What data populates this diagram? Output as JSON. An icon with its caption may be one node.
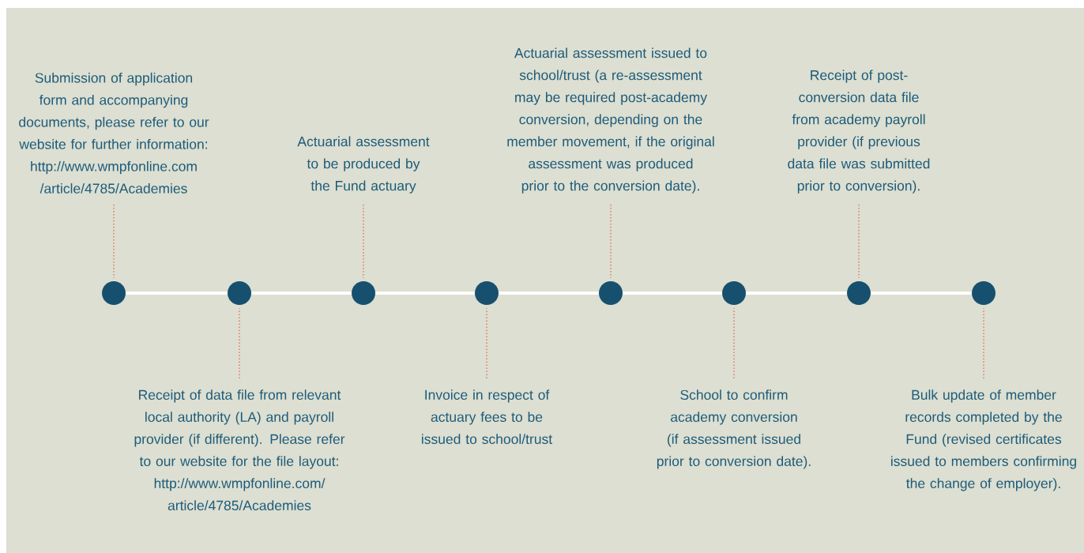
{
  "diagram": {
    "nodes": [
      {
        "text": [
          "Submission of application form and accompanying documents, please refer to our website for further information:",
          "http://www.wmpfonline.com /article/4785/Academies"
        ]
      },
      {
        "text": [
          "Receipt of data file from relevant local authority (LA) and payroll provider (if different). Please refer to our website for the file layout:",
          "http://www.wmpfonline.com/ article/4785/Academies"
        ]
      },
      {
        "text": [
          "Actuarial assessment to be produced by the Fund actuary"
        ]
      },
      {
        "text": [
          "Invoice in respect of actuary fees to be issued to school/trust"
        ]
      },
      {
        "text": [
          "Actuarial assessment issued to school/trust (a re-assessment may be required post-academy conversion, depending on the member movement, if the original assessment was produced prior to the conversion date)."
        ]
      },
      {
        "text": [
          "School to confirm academy conversion (if assessment issued prior to conversion date)."
        ]
      },
      {
        "text": [
          "Receipt of post-conversion data file from academy payroll provider (if previous data file was submitted prior to conversion)."
        ]
      },
      {
        "text": [
          "Bulk update of member records completed by the Fund (revised certificates issued to members confirming the change of employer)."
        ]
      },
      {
        "text": [],
        "shape": "circle"
      },
      {
        "text": [],
        "shape": "circle"
      },
      {
        "text": [],
        "shape": "circle"
      },
      {
        "text": [],
        "shape": "circle"
      },
      {
        "text": [],
        "shape": "circle"
      },
      {
        "text": [],
        "shape": "circle"
      },
      {
        "text": [],
        "shape": "circle"
      },
      {
        "text": [],
        "shape": "circle"
      }
    ],
    "edges": [
      {
        "from": 8,
        "to": 9,
        "arrow": "none",
        "style": "thick",
        "color": "#ffffff"
      },
      {
        "from": 9,
        "to": 10,
        "arrow": "none",
        "style": "thick",
        "color": "#ffffff"
      },
      {
        "from": 10,
        "to": 11,
        "arrow": "none",
        "style": "thick",
        "color": "#ffffff"
      },
      {
        "from": 11,
        "to": 12,
        "arrow": "none",
        "style": "thick",
        "color": "#ffffff"
      },
      {
        "from": 12,
        "to": 13,
        "arrow": "none",
        "style": "thick",
        "color": "#ffffff"
      },
      {
        "from": 13,
        "to": 14,
        "arrow": "none",
        "style": "thick",
        "color": "#ffffff"
      },
      {
        "from": 14,
        "to": 15,
        "arrow": "none",
        "style": "thick",
        "color": "#ffffff"
      },
      {
        "from": 0,
        "to": 8,
        "arrow": "none",
        "style": "dashed"
      },
      {
        "from": 1,
        "to": 9,
        "arrow": "none",
        "style": "dashed"
      },
      {
        "from": 2,
        "to": 10,
        "arrow": "none",
        "style": "dashed"
      },
      {
        "from": 3,
        "to": 11,
        "arrow": "none",
        "style": "dashed"
      },
      {
        "from": 4,
        "to": 12,
        "arrow": "none",
        "style": "dashed"
      },
      {
        "from": 5,
        "to": 13,
        "arrow": "none",
        "style": "dashed"
      },
      {
        "from": 6,
        "to": 14,
        "arrow": "none",
        "style": "dashed"
      },
      {
        "from": 7,
        "to": 15,
        "arrow": "none",
        "style": "dashed"
      }
    ]
  }
}
